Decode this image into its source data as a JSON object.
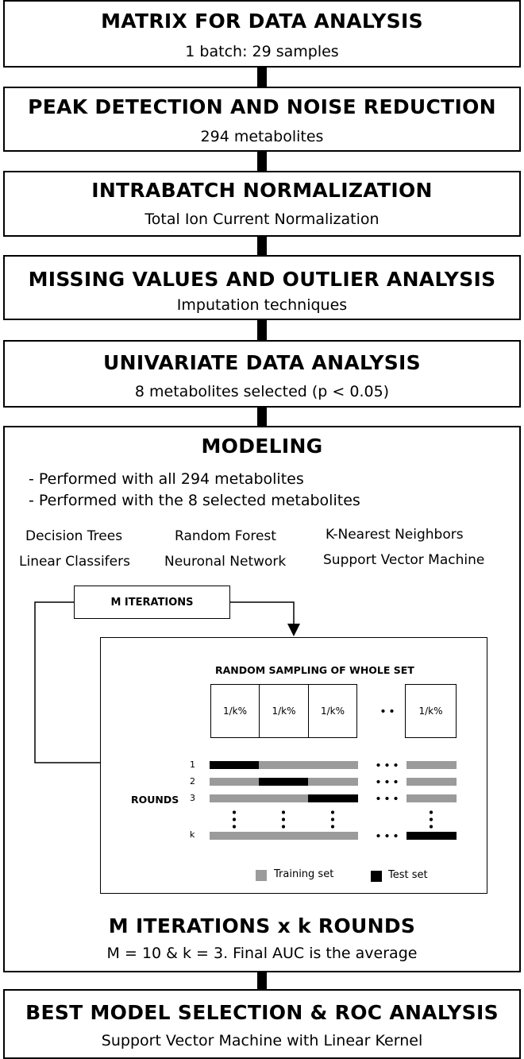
{
  "steps": [
    {
      "title": "MATRIX FOR DATA ANALYSIS",
      "subtitle": "1 batch: 29 samples"
    },
    {
      "title": "PEAK DETECTION AND NOISE REDUCTION",
      "subtitle": "294 metabolites"
    },
    {
      "title": "INTRABATCH NORMALIZATION",
      "subtitle": "Total Ion Current Normalization"
    },
    {
      "title": "MISSING VALUES AND OUTLIER ANALYSIS",
      "subtitle": "Imputation techniques"
    },
    {
      "title": "UNIVARIATE DATA ANALYSIS",
      "subtitle": "8 metabolites selected (p < 0.05)"
    }
  ],
  "modeling": {
    "title": "MODELING",
    "bullets": [
      "- Performed with all 294 metabolites",
      "- Performed with the 8 selected metabolites"
    ],
    "algorithms": [
      "Decision Trees",
      "Random Forest",
      "K-Nearest Neighbors",
      "Linear Classifers",
      "Neuronal Network",
      "Support Vector Machine"
    ],
    "iterations_label": "M ITERATIONS",
    "sampling_title": "RANDOM SAMPLING OF WHOLE SET",
    "fold_label": "1/k%",
    "rounds_label": "ROUNDS",
    "round_numbers": [
      "1",
      "2",
      "3",
      "k"
    ],
    "legend": {
      "training": "Training set",
      "test": "Test set",
      "training_color": "#9b9b9b",
      "test_color": "#000000"
    },
    "summary_title": "M ITERATIONS x k ROUNDS",
    "summary_text": "M =  10 & k = 3. Final AUC is the average"
  },
  "final": {
    "title": "BEST MODEL SELECTION & ROC ANALYSIS",
    "subtitle": "Support Vector Machine with Linear Kernel"
  }
}
